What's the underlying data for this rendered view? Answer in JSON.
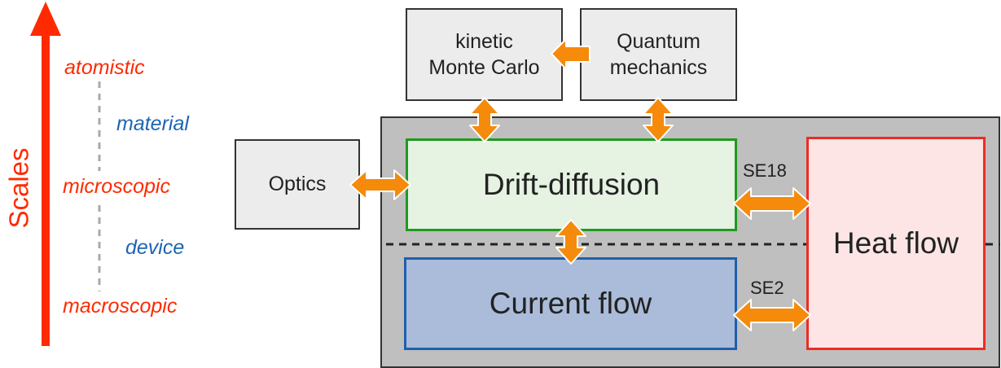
{
  "scales": {
    "axis_label": "Scales",
    "levels": [
      {
        "text": "atomistic",
        "kind": "level"
      },
      {
        "text": "material",
        "kind": "between"
      },
      {
        "text": "microscopic",
        "kind": "level"
      },
      {
        "text": "device",
        "kind": "between"
      },
      {
        "text": "macroscopic",
        "kind": "level"
      }
    ]
  },
  "boxes": {
    "kmc": {
      "line1": "kinetic",
      "line2": "Monte Carlo"
    },
    "qm": {
      "line1": "Quantum",
      "line2": "mechanics"
    },
    "optics": "Optics",
    "drift_diffusion": "Drift-diffusion",
    "current_flow": "Current flow",
    "heat_flow": "Heat flow"
  },
  "coupling_labels": {
    "drift_heat": "SE18",
    "current_heat": "SE2"
  },
  "colors": {
    "scale_arrow": "#ff2a00",
    "level_text": "#ff2a00",
    "between_text": "#1f64b4",
    "coupling_arrow": "#f58a0b",
    "coupling_arrow_border": "#ffffff",
    "outer_panel": "#bfbfbf",
    "light_box": "#ececec",
    "drift_fill": "#e6f2e2",
    "drift_border": "#1f9a1f",
    "current_fill": "#aabcd9",
    "current_border": "#1f5fad",
    "heat_fill": "#fde5e5",
    "heat_border": "#ef2b23"
  },
  "icons": {
    "scale_arrow": "up-arrow-icon",
    "coupling": "double-arrow-icon"
  }
}
